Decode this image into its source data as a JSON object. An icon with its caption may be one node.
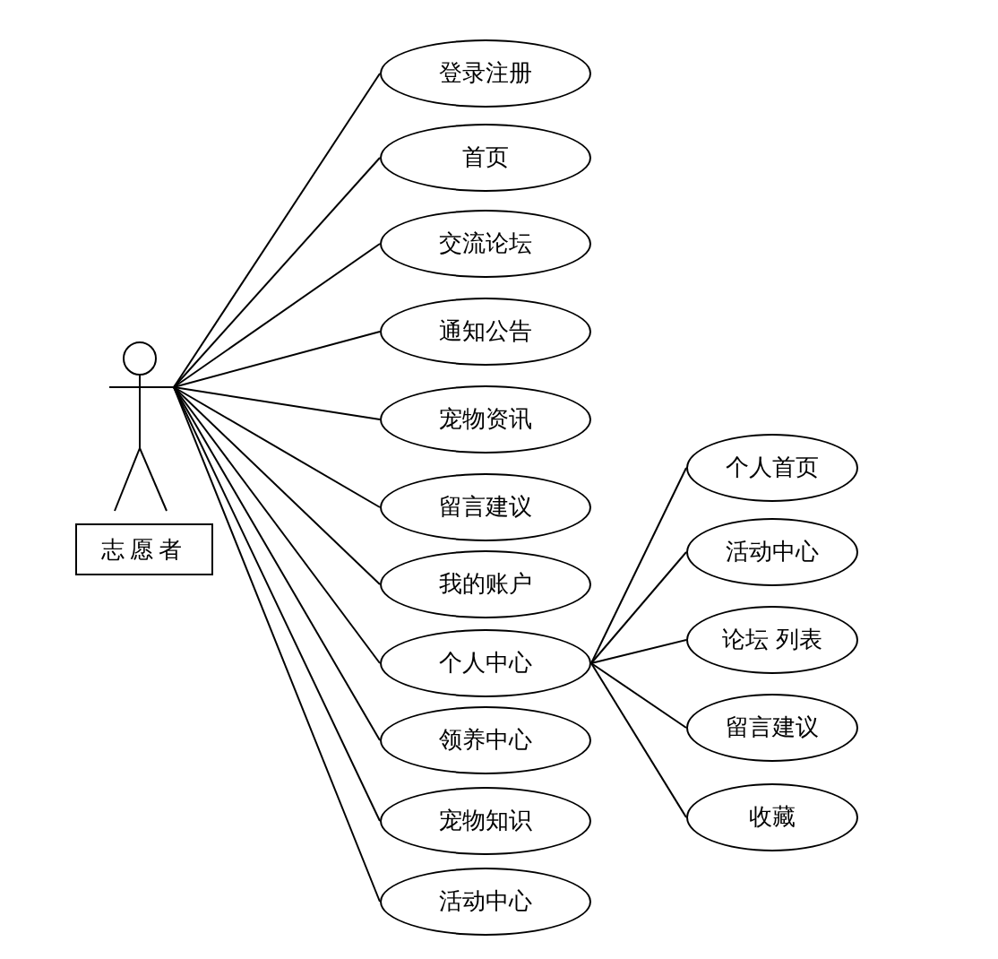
{
  "diagram": {
    "nodes": [
      {
        "text": [],
        "shape": "person"
      },
      {
        "text": [
          "志愿者"
        ]
      },
      {
        "text": [
          "登录注册"
        ]
      },
      {
        "text": [
          "首页"
        ]
      },
      {
        "text": [
          "交流论坛"
        ]
      },
      {
        "text": [
          "通知公告"
        ]
      },
      {
        "text": [
          "宠物资讯"
        ]
      },
      {
        "text": [
          "留言建议"
        ]
      },
      {
        "text": [
          "我的账户"
        ]
      },
      {
        "text": [
          "个人中心"
        ]
      },
      {
        "text": [
          "领养中心"
        ]
      },
      {
        "text": [
          "宠物知识"
        ]
      },
      {
        "text": [
          "活动中心"
        ]
      },
      {
        "text": [
          "个人首页"
        ]
      },
      {
        "text": [
          "活动中心"
        ]
      },
      {
        "text": [
          "论坛 列表"
        ]
      },
      {
        "text": [
          "留言建议"
        ]
      },
      {
        "text": [
          "收藏"
        ]
      }
    ],
    "edges": [
      {
        "from": 0,
        "to": 2,
        "arrow": "none"
      },
      {
        "from": 0,
        "to": 3,
        "arrow": "none"
      },
      {
        "from": 0,
        "to": 4,
        "arrow": "none"
      },
      {
        "from": 0,
        "to": 5,
        "arrow": "none"
      },
      {
        "from": 0,
        "to": 6,
        "arrow": "none"
      },
      {
        "from": 0,
        "to": 7,
        "arrow": "none"
      },
      {
        "from": 0,
        "to": 8,
        "arrow": "none"
      },
      {
        "from": 0,
        "to": 9,
        "arrow": "none"
      },
      {
        "from": 0,
        "to": 10,
        "arrow": "none"
      },
      {
        "from": 0,
        "to": 11,
        "arrow": "none"
      },
      {
        "from": 0,
        "to": 12,
        "arrow": "none"
      },
      {
        "from": 9,
        "to": 13,
        "arrow": "none"
      },
      {
        "from": 9,
        "to": 14,
        "arrow": "none"
      },
      {
        "from": 9,
        "to": 15,
        "arrow": "none"
      },
      {
        "from": 9,
        "to": 16,
        "arrow": "none"
      },
      {
        "from": 9,
        "to": 17,
        "arrow": "none"
      }
    ]
  }
}
